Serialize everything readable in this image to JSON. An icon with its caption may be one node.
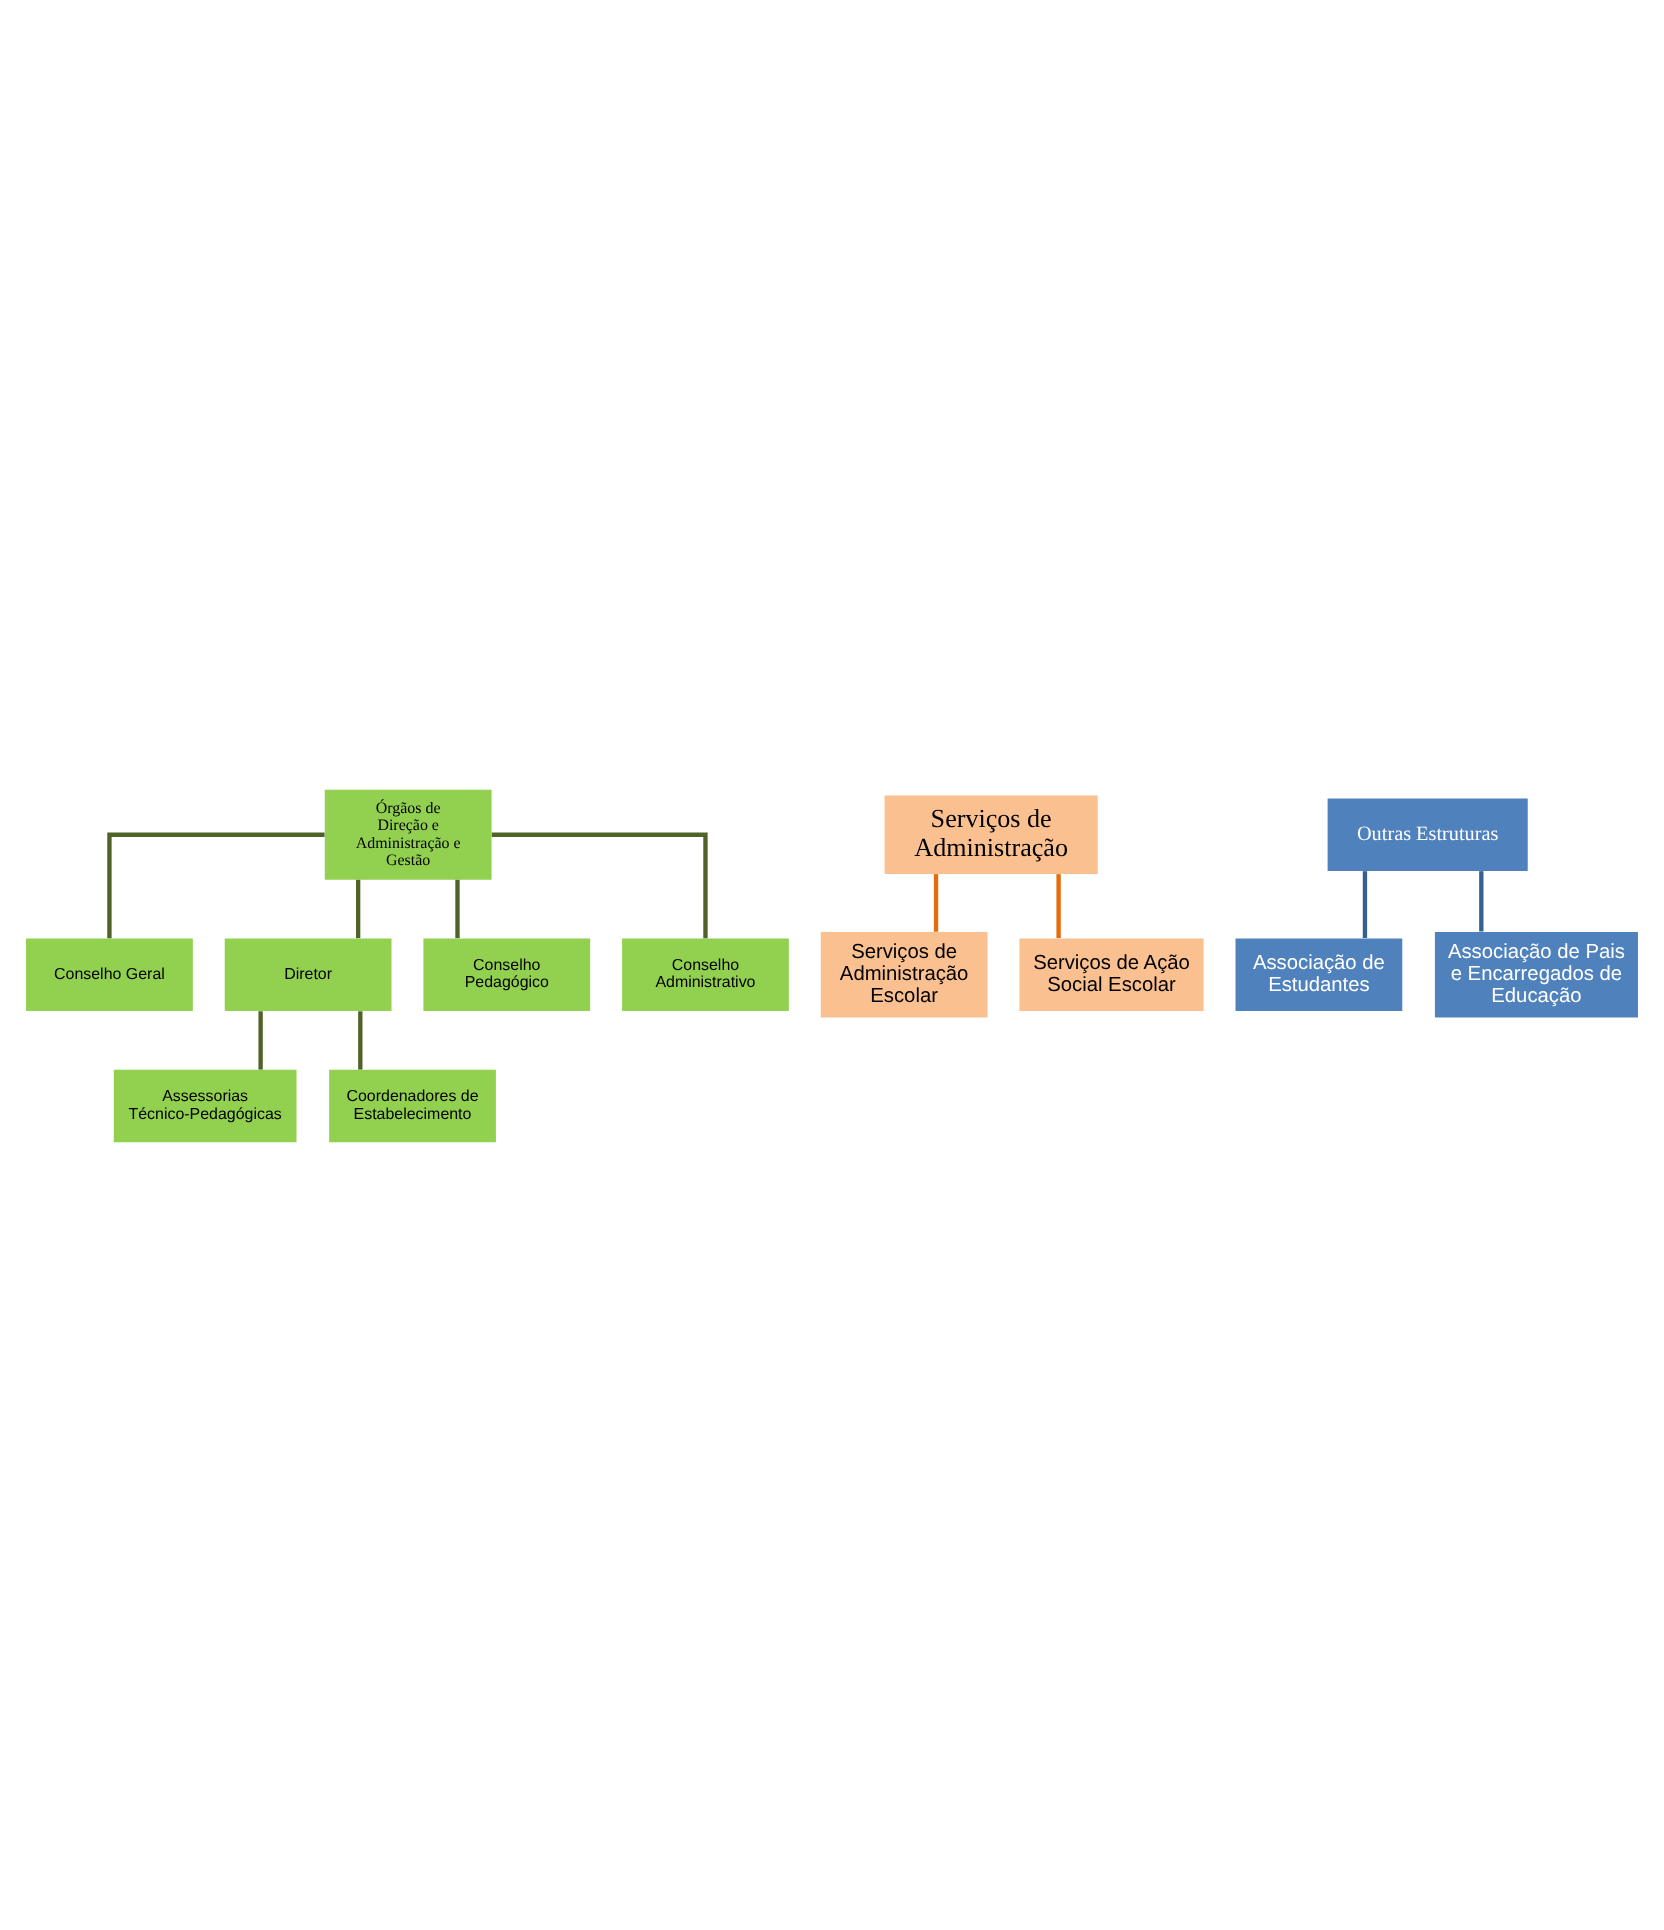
{
  "diagram": {
    "nodes": [
      {
        "text": [
          "Órgãos de Direção e Administração e Gestão"
        ]
      },
      {
        "text": [
          "Conselho Geral"
        ]
      },
      {
        "text": [
          "Diretor"
        ]
      },
      {
        "text": [
          "Conselho Pedagógico"
        ]
      },
      {
        "text": [
          "Conselho Administrativo"
        ]
      },
      {
        "text": [
          "Assessorias Técnico-Pedagógicas"
        ]
      },
      {
        "text": [
          "Coordenadores de Estabelecimento"
        ]
      },
      {
        "text": [
          "Serviços de Administração"
        ]
      },
      {
        "text": [
          "Serviços de Administração Escolar"
        ]
      },
      {
        "text": [
          "Serviços de Ação Social Escolar"
        ]
      },
      {
        "text": [
          "Outras Estruturas"
        ]
      },
      {
        "text": [
          "Associação de Estudantes"
        ]
      },
      {
        "text": [
          "Associação de Pais e Encarregados de Educação"
        ]
      }
    ],
    "edges": [
      {
        "from": 0,
        "to": 1,
        "arrow": "none"
      },
      {
        "from": 0,
        "to": 2,
        "arrow": "none"
      },
      {
        "from": 0,
        "to": 3,
        "arrow": "none"
      },
      {
        "from": 0,
        "to": 4,
        "arrow": "none"
      },
      {
        "from": 2,
        "to": 5,
        "arrow": "none"
      },
      {
        "from": 2,
        "to": 6,
        "arrow": "none"
      },
      {
        "from": 7,
        "to": 8,
        "arrow": "none",
        "color": "#e46c0a"
      },
      {
        "from": 7,
        "to": 9,
        "arrow": "none",
        "color": "#e46c0a"
      },
      {
        "from": 10,
        "to": 11,
        "arrow": "none",
        "color": "#376092"
      },
      {
        "from": 10,
        "to": 12,
        "arrow": "none",
        "color": "#376092"
      }
    ]
  }
}
